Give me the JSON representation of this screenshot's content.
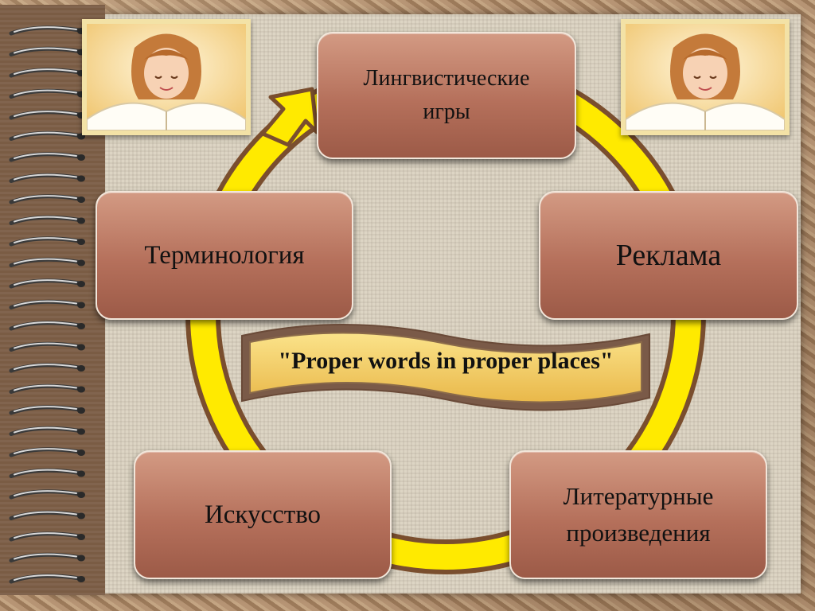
{
  "slide": {
    "nodes": {
      "top": {
        "lines": [
          "Лингвистические",
          "игры"
        ]
      },
      "left": {
        "lines": [
          "Терминология"
        ]
      },
      "right": {
        "lines": [
          "Реклама"
        ]
      },
      "bottom_left": {
        "lines": [
          "Искусство"
        ]
      },
      "bottom_right": {
        "lines": [
          "Литературные",
          "произведения"
        ]
      }
    },
    "banner": {
      "text": "\"Proper words in proper places\""
    }
  },
  "colors": {
    "ring": "#ffea00",
    "ring_outline": "#7a4e2e",
    "box_fill": "#b5705b",
    "banner_fill": "#f3d36a"
  }
}
